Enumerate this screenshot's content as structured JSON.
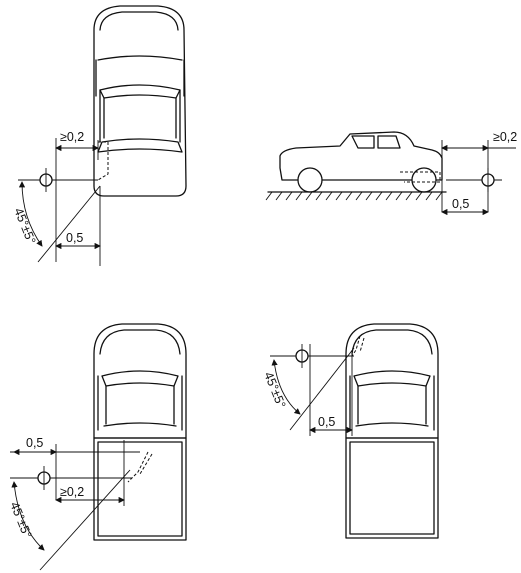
{
  "figure_1": {
    "clearance_label": "≥0,2",
    "distance_label": "0,5",
    "angle_label": "45°±5°"
  },
  "figure_2": {
    "clearance_label": "≥0,2",
    "distance_label": "0,5"
  },
  "figure_3": {
    "distance_label": "0,5",
    "clearance_label": "≥0,2",
    "angle_label": "45°±5°"
  },
  "figure_4": {
    "angle_label": "45°±5°",
    "distance_label": "0,5"
  }
}
